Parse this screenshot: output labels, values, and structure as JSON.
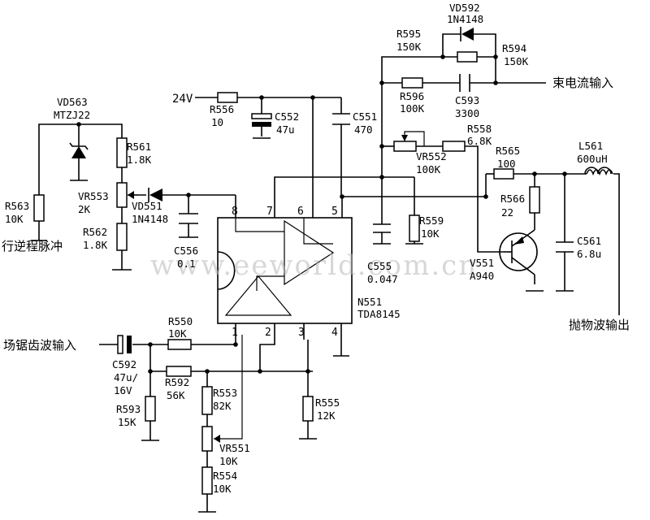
{
  "labels": {
    "supply_24v": "24V",
    "in_line_pulse": "行逆程脉冲",
    "in_field_sawtooth": "场锯齿波输入",
    "in_beam_current": "束电流输入",
    "out_parabola": "抛物波输出",
    "watermark": "www.eeworld.com.cn"
  },
  "ic": {
    "ref": "N551",
    "part": "TDA8145",
    "pins": [
      "8",
      "7",
      "6",
      "5",
      "1",
      "2",
      "3",
      "4"
    ]
  },
  "components": {
    "vd563": {
      "ref": "VD563",
      "value": "MTZJ22"
    },
    "r561": {
      "ref": "R561",
      "value": "1.8K"
    },
    "r563": {
      "ref": "R563",
      "value": "10K"
    },
    "vr553": {
      "ref": "VR553",
      "value": "2K"
    },
    "r562": {
      "ref": "R562",
      "value": "1.8K"
    },
    "vd551": {
      "ref": "VD551",
      "value": "1N4148"
    },
    "c556": {
      "ref": "C556",
      "value": "0.1"
    },
    "r556": {
      "ref": "R556",
      "value": "10"
    },
    "c552": {
      "ref": "C552",
      "value": "47u"
    },
    "c551": {
      "ref": "C551",
      "value": "470"
    },
    "vd592": {
      "ref": "VD592",
      "value": "1N4148"
    },
    "r595": {
      "ref": "R595",
      "value": "150K"
    },
    "r594": {
      "ref": "R594",
      "value": "150K"
    },
    "r596": {
      "ref": "R596",
      "value": "100K"
    },
    "c593": {
      "ref": "C593",
      "value": "3300"
    },
    "r558": {
      "ref": "R558",
      "value": "6.8K"
    },
    "vr552": {
      "ref": "VR552",
      "value": "100K"
    },
    "r565": {
      "ref": "R565",
      "value": "100"
    },
    "l561": {
      "ref": "L561",
      "value": "600uH"
    },
    "r566": {
      "ref": "R566",
      "value": "22"
    },
    "r559": {
      "ref": "R559",
      "value": "10K"
    },
    "c555": {
      "ref": "C555",
      "value": "0.047"
    },
    "v551": {
      "ref": "V551",
      "value": "A940"
    },
    "c561": {
      "ref": "C561",
      "value": "6.8u"
    },
    "r550": {
      "ref": "R550",
      "value": "10K"
    },
    "c592": {
      "ref": "C592",
      "value": "47u/",
      "value2": "16V"
    },
    "r592": {
      "ref": "R592",
      "value": "56K"
    },
    "r593": {
      "ref": "R593",
      "value": "15K"
    },
    "r553": {
      "ref": "R553",
      "value": "82K"
    },
    "r555": {
      "ref": "R555",
      "value": "12K"
    },
    "vr551": {
      "ref": "VR551",
      "value": "10K"
    },
    "r554": {
      "ref": "R554",
      "value": "10K"
    }
  }
}
